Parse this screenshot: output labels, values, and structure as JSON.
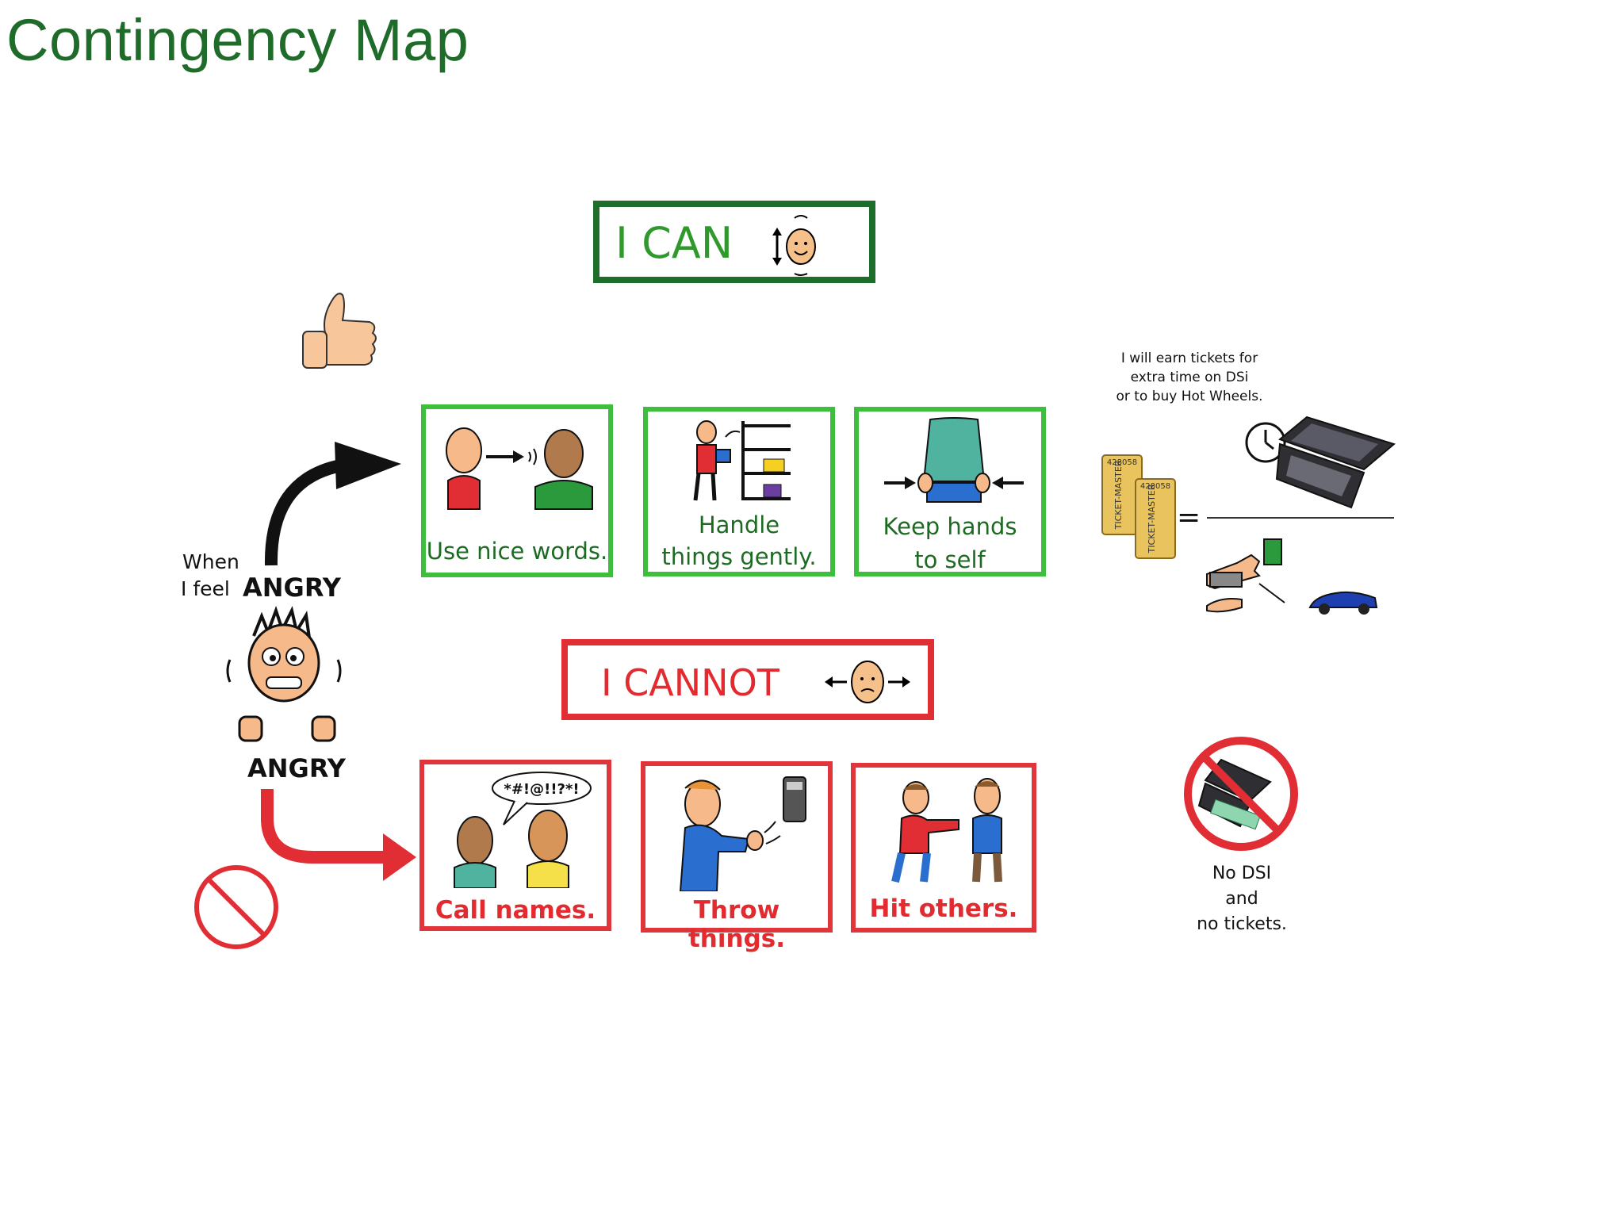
{
  "title": "Contingency Map",
  "trigger": {
    "when_text": "When",
    "i_feel_text": "I feel",
    "angry_word": "ANGRY",
    "angry_label": "ANGRY"
  },
  "can": {
    "heading": "I CAN",
    "color": "#1d6e2b",
    "items": [
      {
        "label": "Use nice words.",
        "icon": "talking-people-icon"
      },
      {
        "label_line1": "Handle",
        "label_line2": "things gently.",
        "icon": "shelf-placing-icon"
      },
      {
        "label_line1": "Keep hands",
        "label_line2": "to self",
        "icon": "hands-to-self-icon"
      }
    ]
  },
  "cannot": {
    "heading": "I CANNOT",
    "color": "#e02e34",
    "items": [
      {
        "label": "Call names.",
        "icon": "name-calling-icon",
        "speech": "*#!@!!?*!"
      },
      {
        "label": "Throw things.",
        "icon": "throwing-icon"
      },
      {
        "label": "Hit others.",
        "icon": "hitting-icon"
      }
    ]
  },
  "reward": {
    "text_line1": "I will earn tickets for",
    "text_line2": "extra time on DSi",
    "text_line3": "or to buy Hot Wheels.",
    "equals": "=",
    "ticket_text": "TICKET-MASTER",
    "ticket_number": "428058"
  },
  "consequence": {
    "line1": "No DSI",
    "line2": "and",
    "line3": "no tickets."
  }
}
